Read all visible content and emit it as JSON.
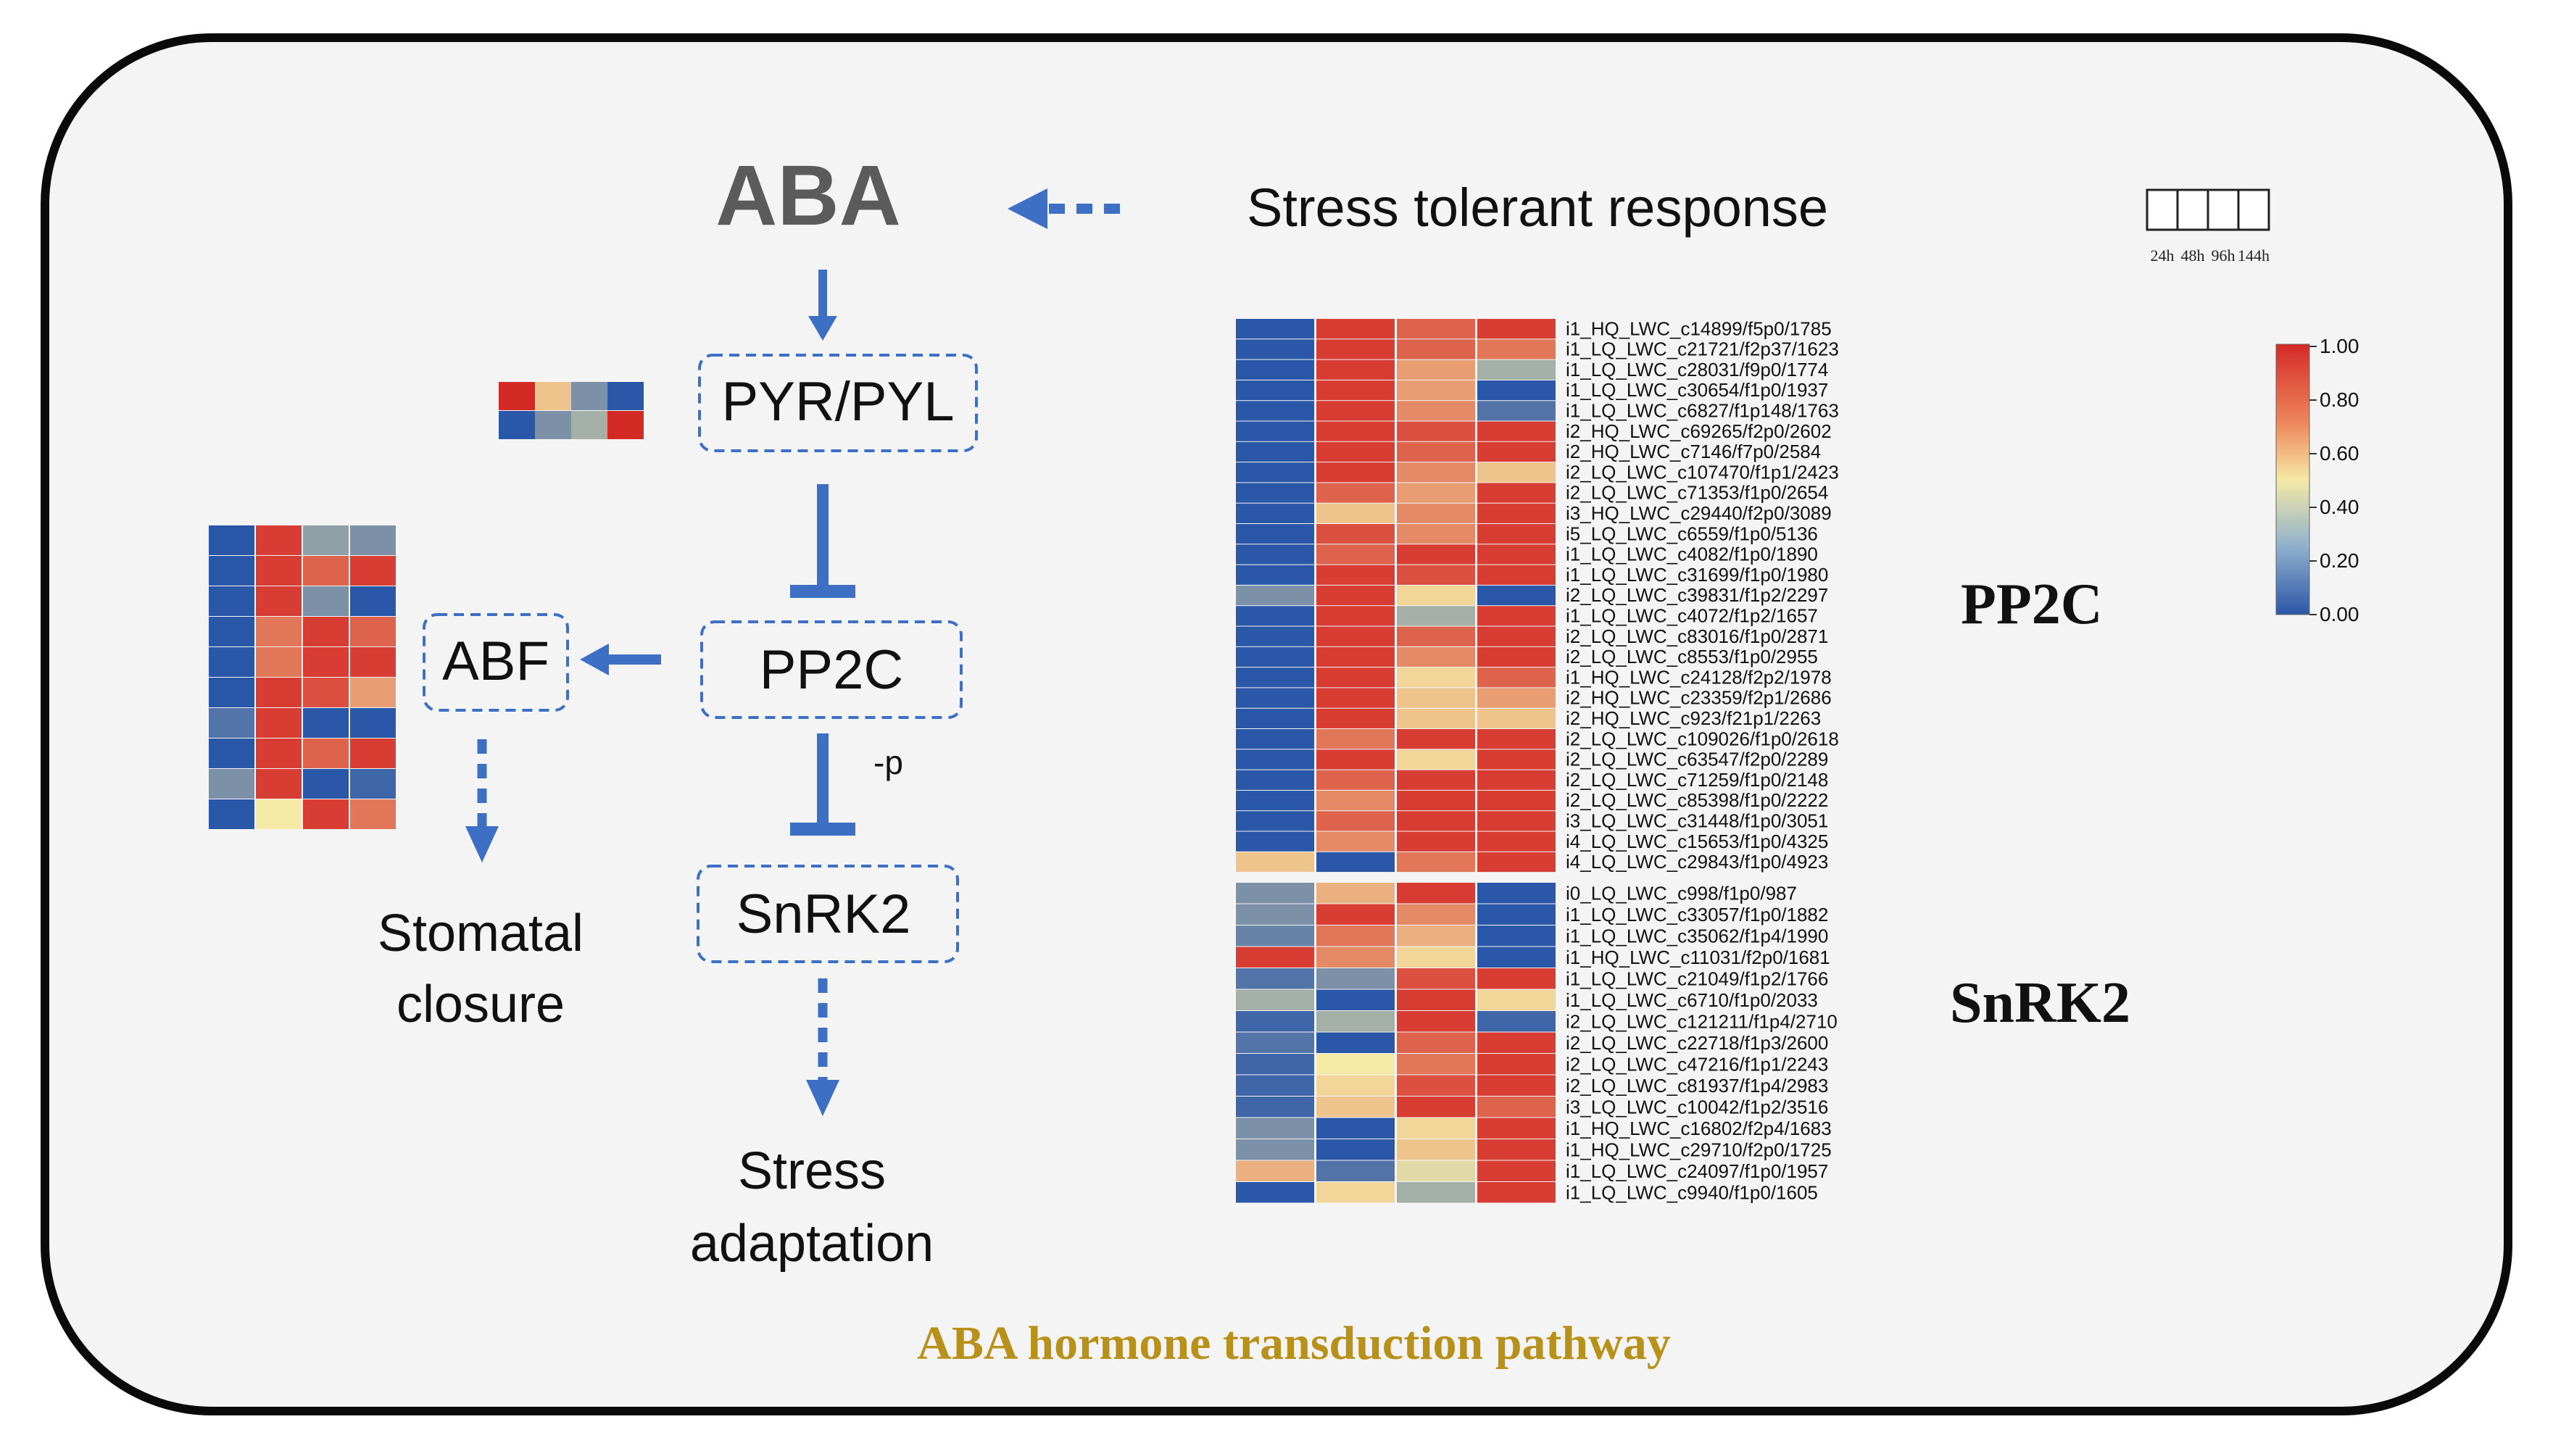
{
  "pathway": {
    "title": "ABA hormone transduction pathway",
    "title_color": "#b8911a",
    "nodes": {
      "aba": "ABA",
      "stress_response": "Stress tolerant response",
      "pyr_pyl": "PYR/PYL",
      "pp2c": "PP2C",
      "snrk2": "SnRK2",
      "abf": "ABF",
      "p_label": "-p",
      "stomatal_line1": "Stomatal",
      "stomatal_line2": "closure",
      "stress_adapt_line1": "Stress",
      "stress_adapt_line2": "adaptation"
    },
    "arrow_color": "#3d6fc4"
  },
  "time_legend": {
    "labels": [
      "24h",
      "48h",
      "96h",
      "144h"
    ]
  },
  "color_scale": {
    "ticks": [
      "1.00",
      "0.80",
      "0.60",
      "0.40",
      "0.20",
      "0.00"
    ],
    "low": "#2b57a8",
    "mid": "#f5e9a6",
    "high": "#d42a26"
  },
  "pyr_mini_heatmap": {
    "rows": [
      [
        1.0,
        0.6,
        0.2,
        0.0
      ],
      [
        0.0,
        0.2,
        0.3,
        1.0
      ]
    ]
  },
  "abf_mini_heatmap": {
    "rows": [
      [
        0.0,
        0.95,
        0.25,
        0.2
      ],
      [
        0.0,
        0.95,
        0.85,
        0.95
      ],
      [
        0.0,
        0.95,
        0.2,
        0.0
      ],
      [
        0.0,
        0.8,
        0.95,
        0.85
      ],
      [
        0.0,
        0.8,
        0.95,
        0.95
      ],
      [
        0.0,
        0.95,
        0.9,
        0.7
      ],
      [
        0.1,
        0.95,
        0.0,
        0.0
      ],
      [
        0.0,
        0.95,
        0.85,
        0.95
      ],
      [
        0.2,
        0.95,
        0.0,
        0.05
      ],
      [
        0.0,
        0.5,
        0.95,
        0.8
      ]
    ]
  },
  "heatmap_pp2c": {
    "label": "PP2C",
    "genes": [
      "i1_HQ_LWC_c14899/f5p0/1785",
      "i1_LQ_LWC_c21721/f2p37/1623",
      "i1_LQ_LWC_c28031/f9p0/1774",
      "i1_LQ_LWC_c30654/f1p0/1937",
      "i1_LQ_LWC_c6827/f1p148/1763",
      "i2_HQ_LWC_c69265/f2p0/2602",
      "i2_HQ_LWC_c7146/f7p0/2584",
      "i2_LQ_LWC_c107470/f1p1/2423",
      "i2_LQ_LWC_c71353/f1p0/2654",
      "i3_HQ_LWC_c29440/f2p0/3089",
      "i5_LQ_LWC_c6559/f1p0/5136",
      "i1_LQ_LWC_c4082/f1p0/1890",
      "i1_LQ_LWC_c31699/f1p0/1980",
      "i2_LQ_LWC_c39831/f1p2/2297",
      "i1_LQ_LWC_c4072/f1p2/1657",
      "i2_LQ_LWC_c83016/f1p0/2871",
      "i2_LQ_LWC_c8553/f1p0/2955",
      "i1_HQ_LWC_c24128/f2p2/1978",
      "i2_HQ_LWC_c23359/f2p1/2686",
      "i2_HQ_LWC_c923/f21p1/2263",
      "i2_LQ_LWC_c109026/f1p0/2618",
      "i2_LQ_LWC_c63547/f2p0/2289",
      "i2_LQ_LWC_c71259/f1p0/2148",
      "i2_LQ_LWC_c85398/f1p0/2222",
      "i3_LQ_LWC_c31448/f1p0/3051",
      "i4_LQ_LWC_c15653/f1p0/4325",
      "i4_LQ_LWC_c29843/f1p0/4923"
    ],
    "values": [
      [
        0.0,
        0.95,
        0.85,
        0.95
      ],
      [
        0.0,
        0.95,
        0.85,
        0.8
      ],
      [
        0.0,
        0.95,
        0.7,
        0.3
      ],
      [
        0.0,
        0.95,
        0.7,
        0.0
      ],
      [
        0.0,
        0.95,
        0.75,
        0.1
      ],
      [
        0.0,
        0.95,
        0.9,
        0.95
      ],
      [
        0.0,
        0.95,
        0.85,
        0.95
      ],
      [
        0.0,
        0.95,
        0.75,
        0.6
      ],
      [
        0.0,
        0.85,
        0.7,
        0.95
      ],
      [
        0.0,
        0.6,
        0.75,
        0.95
      ],
      [
        0.0,
        0.9,
        0.75,
        0.95
      ],
      [
        0.0,
        0.85,
        0.95,
        0.95
      ],
      [
        0.0,
        0.95,
        0.9,
        0.95
      ],
      [
        0.2,
        0.95,
        0.55,
        0.0
      ],
      [
        0.0,
        0.95,
        0.3,
        0.95
      ],
      [
        0.0,
        0.95,
        0.85,
        0.95
      ],
      [
        0.0,
        0.95,
        0.75,
        0.95
      ],
      [
        0.0,
        0.95,
        0.55,
        0.85
      ],
      [
        0.0,
        0.95,
        0.6,
        0.7
      ],
      [
        0.0,
        0.95,
        0.6,
        0.6
      ],
      [
        0.0,
        0.8,
        0.95,
        0.95
      ],
      [
        0.0,
        0.95,
        0.55,
        0.95
      ],
      [
        0.0,
        0.85,
        0.95,
        0.95
      ],
      [
        0.0,
        0.75,
        0.95,
        0.95
      ],
      [
        0.0,
        0.85,
        0.95,
        0.95
      ],
      [
        0.0,
        0.75,
        0.95,
        0.95
      ],
      [
        0.6,
        0.0,
        0.8,
        0.95
      ]
    ]
  },
  "heatmap_snrk2": {
    "label": "SnRK2",
    "genes": [
      "i0_LQ_LWC_c998/f1p0/987",
      "i1_LQ_LWC_c33057/f1p0/1882",
      "i1_LQ_LWC_c35062/f1p4/1990",
      "i1_HQ_LWC_c11031/f2p0/1681",
      "i1_LQ_LWC_c21049/f1p2/1766",
      "i1_LQ_LWC_c6710/f1p0/2033",
      "i2_LQ_LWC_c121211/f1p4/2710",
      "i2_LQ_LWC_c22718/f1p3/2600",
      "i2_LQ_LWC_c47216/f1p1/2243",
      "i2_LQ_LWC_c81937/f1p4/2983",
      "i3_LQ_LWC_c10042/f1p2/3516",
      "i1_HQ_LWC_c16802/f2p4/1683",
      "i1_HQ_LWC_c29710/f2p0/1725",
      "i1_LQ_LWC_c24097/f1p0/1957",
      "i1_LQ_LWC_c9940/f1p0/1605"
    ],
    "values": [
      [
        0.2,
        0.65,
        0.95,
        0.0
      ],
      [
        0.2,
        0.95,
        0.75,
        0.0
      ],
      [
        0.15,
        0.8,
        0.65,
        0.0
      ],
      [
        0.95,
        0.75,
        0.55,
        0.0
      ],
      [
        0.1,
        0.2,
        0.9,
        0.95
      ],
      [
        0.3,
        0.0,
        0.95,
        0.55
      ],
      [
        0.05,
        0.3,
        0.95,
        0.05
      ],
      [
        0.1,
        0.0,
        0.85,
        0.95
      ],
      [
        0.05,
        0.5,
        0.8,
        0.95
      ],
      [
        0.05,
        0.55,
        0.9,
        0.95
      ],
      [
        0.05,
        0.6,
        0.95,
        0.85
      ],
      [
        0.2,
        0.0,
        0.55,
        0.95
      ],
      [
        0.2,
        0.0,
        0.6,
        0.95
      ],
      [
        0.65,
        0.1,
        0.45,
        0.95
      ],
      [
        0.0,
        0.55,
        0.3,
        0.95
      ]
    ]
  }
}
